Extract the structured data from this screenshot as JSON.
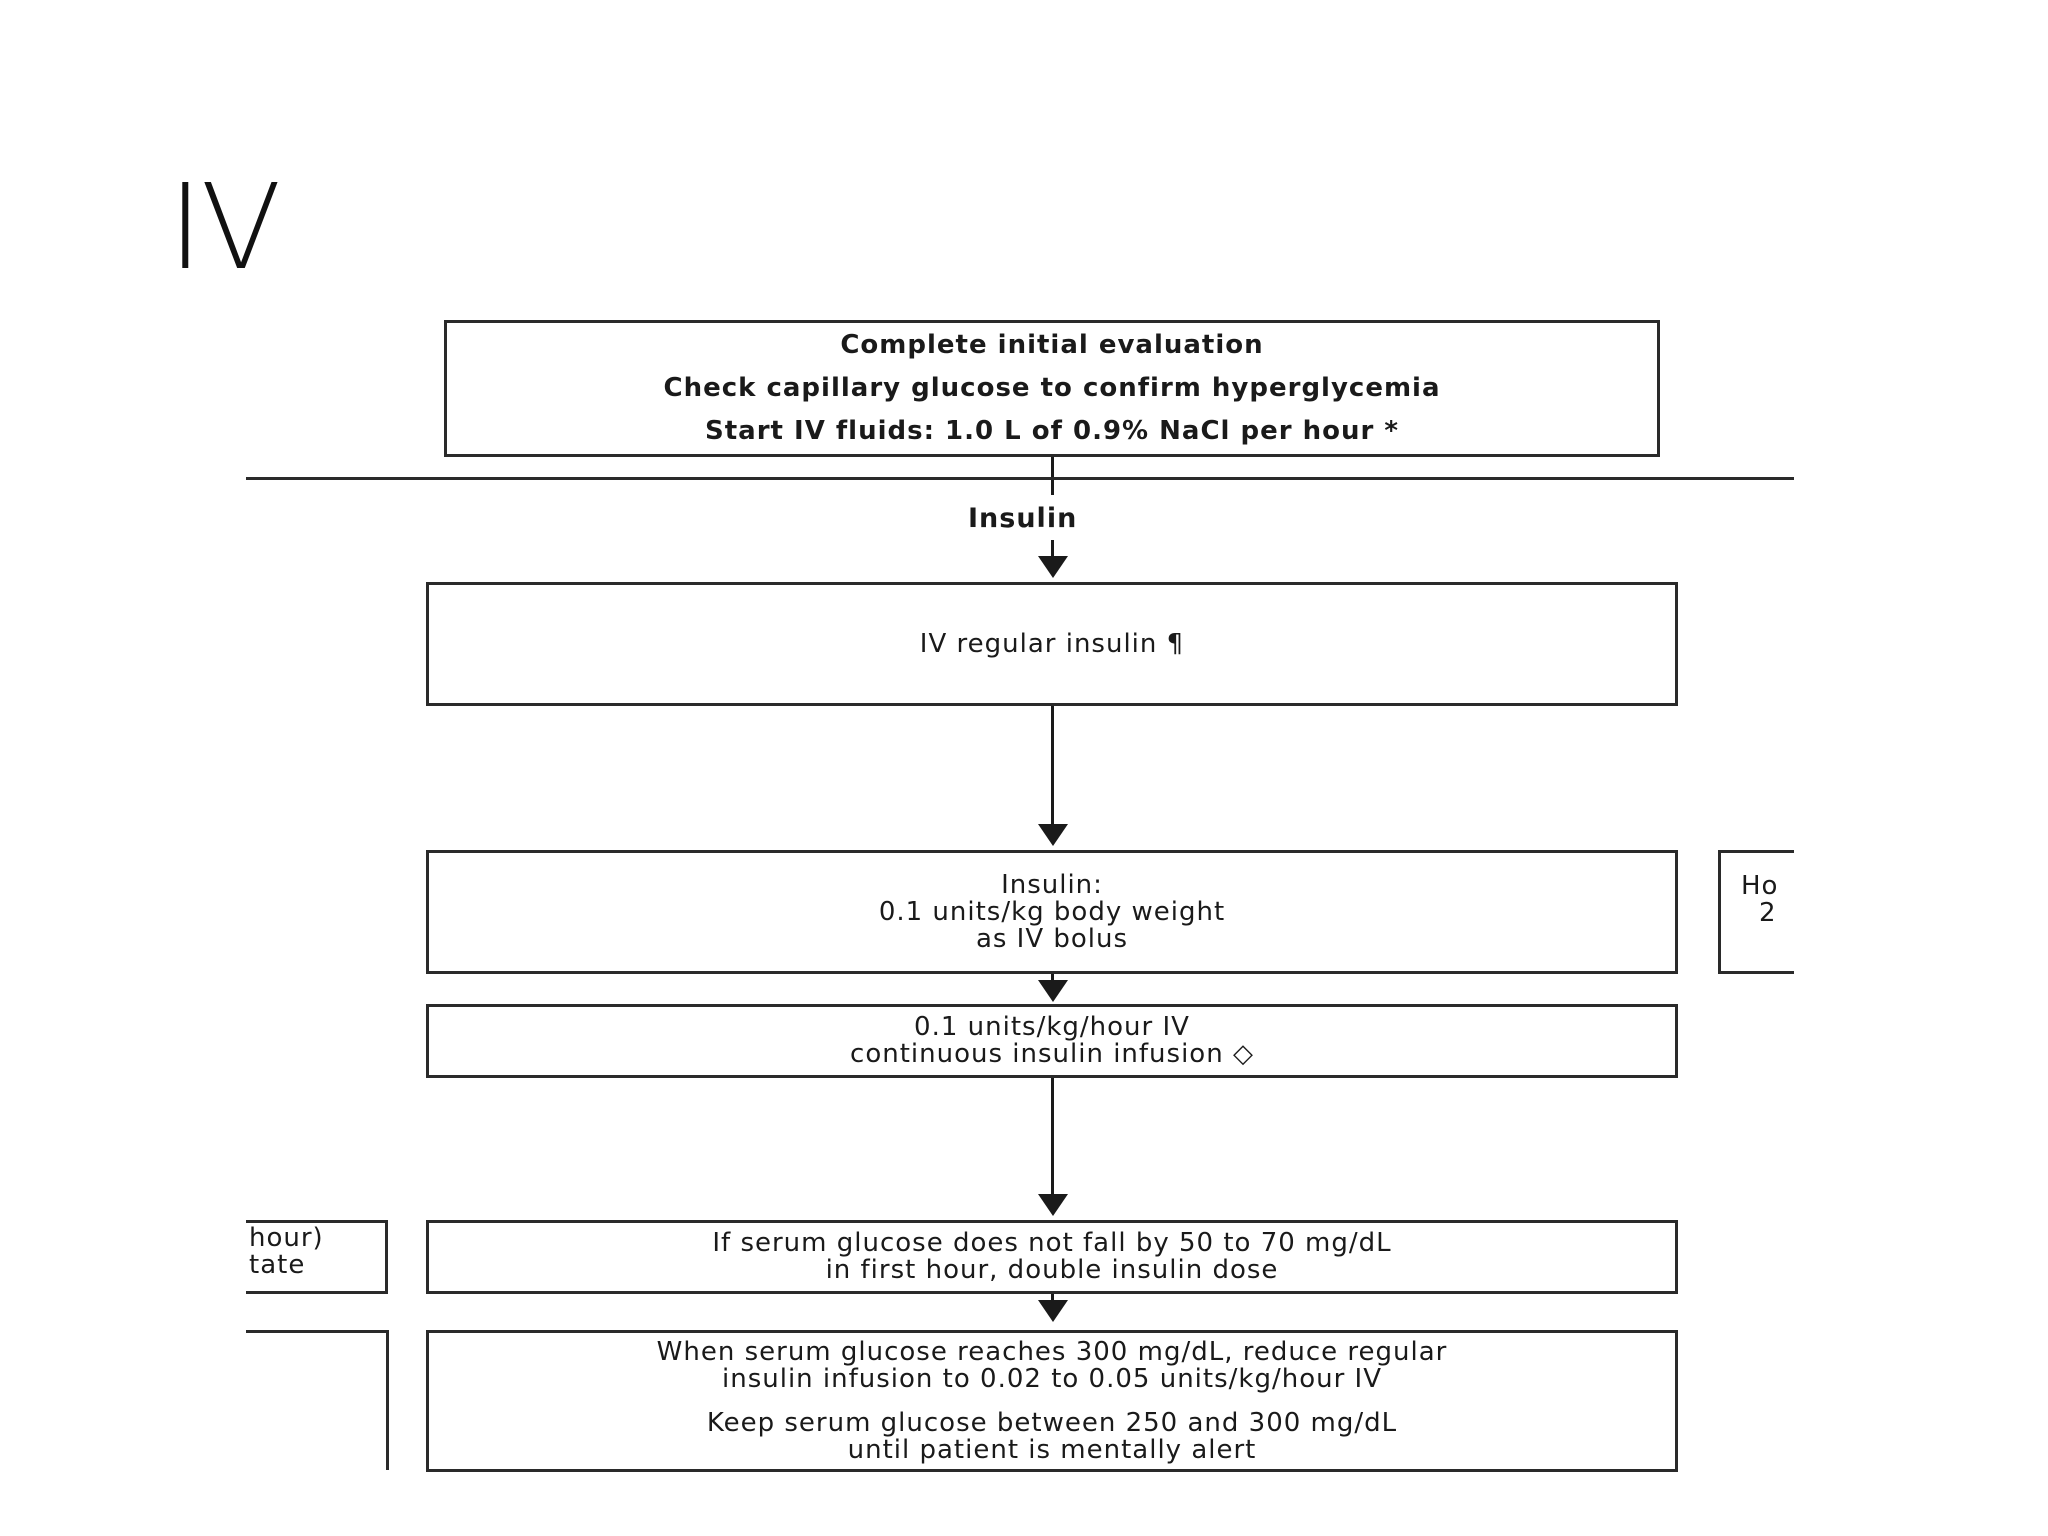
{
  "slide": {
    "title": "IV"
  },
  "flowchart": {
    "initial_box": {
      "lines": [
        "Complete initial evaluation",
        "Check capillary glucose to confirm hyperglycemia",
        "Start IV fluids: 1.0 L of 0.9% NaCl per hour *"
      ]
    },
    "insulin_label": "Insulin",
    "iv_regular_box": {
      "text": "IV regular insulin ¶"
    },
    "bolus_box": {
      "lines": [
        "Insulin:",
        "0.1 units/kg body weight",
        "as IV bolus"
      ]
    },
    "infusion_box": {
      "lines": [
        "0.1 units/kg/hour IV",
        "continuous insulin infusion ◇"
      ]
    },
    "double_dose_box": {
      "lines": [
        "If serum glucose does not fall by 50 to 70 mg/dL",
        "in first hour, double insulin dose"
      ]
    },
    "reduce_box": {
      "lines_a": [
        "When serum glucose reaches 300 mg/dL, reduce regular",
        "insulin infusion to 0.02 to 0.05 units/kg/hour IV"
      ],
      "lines_b": [
        "Keep serum glucose between 250 and 300 mg/dL",
        "until patient is mentally alert"
      ]
    },
    "right_partial_box": {
      "lines": [
        "Ho",
        "2"
      ]
    },
    "left_partial_box": {
      "lines": [
        "hour)",
        "tate"
      ]
    }
  }
}
